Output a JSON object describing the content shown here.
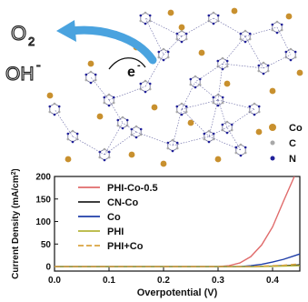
{
  "schematic": {
    "o2_label": "O",
    "o2_sub": "2",
    "oh_label": "OH",
    "oh_charge": "-",
    "electron_label": "e",
    "electron_charge": "-",
    "legend": [
      {
        "label": "Co",
        "color": "#c8902e"
      },
      {
        "label": "C",
        "color": "#a8a8a8"
      },
      {
        "label": "N",
        "color": "#20209a"
      }
    ],
    "arrow_color": "#4aa3df"
  },
  "chart_data": {
    "type": "line",
    "xlabel": "Overpotential (V)",
    "ylabel_main": "Current Density (mA/cm",
    "ylabel_sup": "2",
    "ylabel_end": ")",
    "xlim": [
      0.0,
      0.45
    ],
    "ylim": [
      -10,
      200
    ],
    "xticks": [
      0.0,
      0.1,
      0.2,
      0.3,
      0.4
    ],
    "xtick_labels": [
      "0.0",
      "0.1",
      "0.2",
      "0.3",
      "0.4"
    ],
    "yticks": [
      0,
      50,
      100,
      150,
      200
    ],
    "ytick_labels": [
      "0",
      "50",
      "100",
      "150",
      "200"
    ],
    "grid": false,
    "legend_position": "top-left",
    "series": [
      {
        "name": "PHI-Co-0.5",
        "color": "#e06b6b",
        "dash": "solid",
        "x": [
          0.0,
          0.3,
          0.32,
          0.34,
          0.36,
          0.38,
          0.4,
          0.42,
          0.44
        ],
        "y": [
          0,
          0,
          2,
          8,
          22,
          48,
          88,
          145,
          200
        ]
      },
      {
        "name": "CN-Co",
        "color": "#222222",
        "dash": "solid",
        "x": [
          0.0,
          0.36,
          0.4,
          0.42,
          0.44,
          0.45
        ],
        "y": [
          0,
          0,
          1,
          2,
          3,
          4
        ]
      },
      {
        "name": "Co",
        "color": "#1f3ea8",
        "dash": "solid",
        "x": [
          0.0,
          0.34,
          0.36,
          0.38,
          0.4,
          0.42,
          0.44,
          0.45
        ],
        "y": [
          0,
          0,
          2,
          5,
          10,
          16,
          24,
          28
        ]
      },
      {
        "name": "PHI",
        "color": "#b5b53a",
        "dash": "solid",
        "x": [
          0.0,
          0.38,
          0.42,
          0.45
        ],
        "y": [
          0,
          0,
          1,
          2
        ]
      },
      {
        "name": "PHI+Co",
        "color": "#d9a441",
        "dash": "dashed",
        "x": [
          0.0,
          0.36,
          0.4,
          0.42,
          0.44,
          0.45
        ],
        "y": [
          0,
          0,
          2,
          3,
          5,
          6
        ]
      }
    ]
  }
}
